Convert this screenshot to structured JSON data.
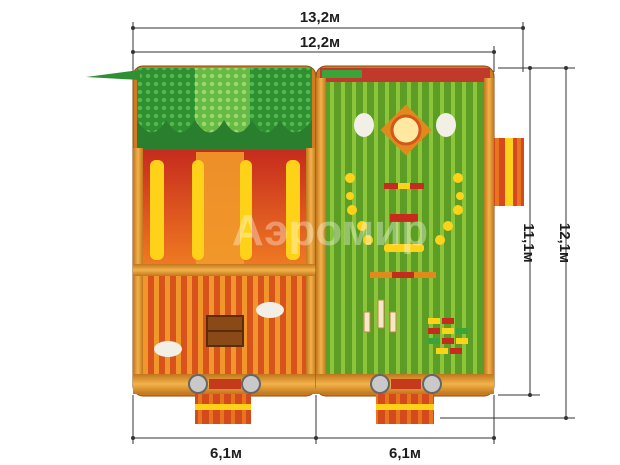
{
  "dimensions": {
    "overall_width": "13,2м",
    "inner_width": "12,2м",
    "left_module_width": "6,1м",
    "right_module_width": "6,1м",
    "inner_depth": "11,1м",
    "overall_depth": "12,1м"
  },
  "watermark": "Аэромир",
  "colors": {
    "log_wood": "#e59a2c",
    "log_dark": "#b86a1a",
    "red_floor": "#d2401e",
    "orange_floor": "#ee8a1e",
    "green_floor": "#6fae2c",
    "green_dark": "#3f7d1e",
    "yellow": "#ffd21a",
    "canopy_green": "#3aa43a"
  }
}
